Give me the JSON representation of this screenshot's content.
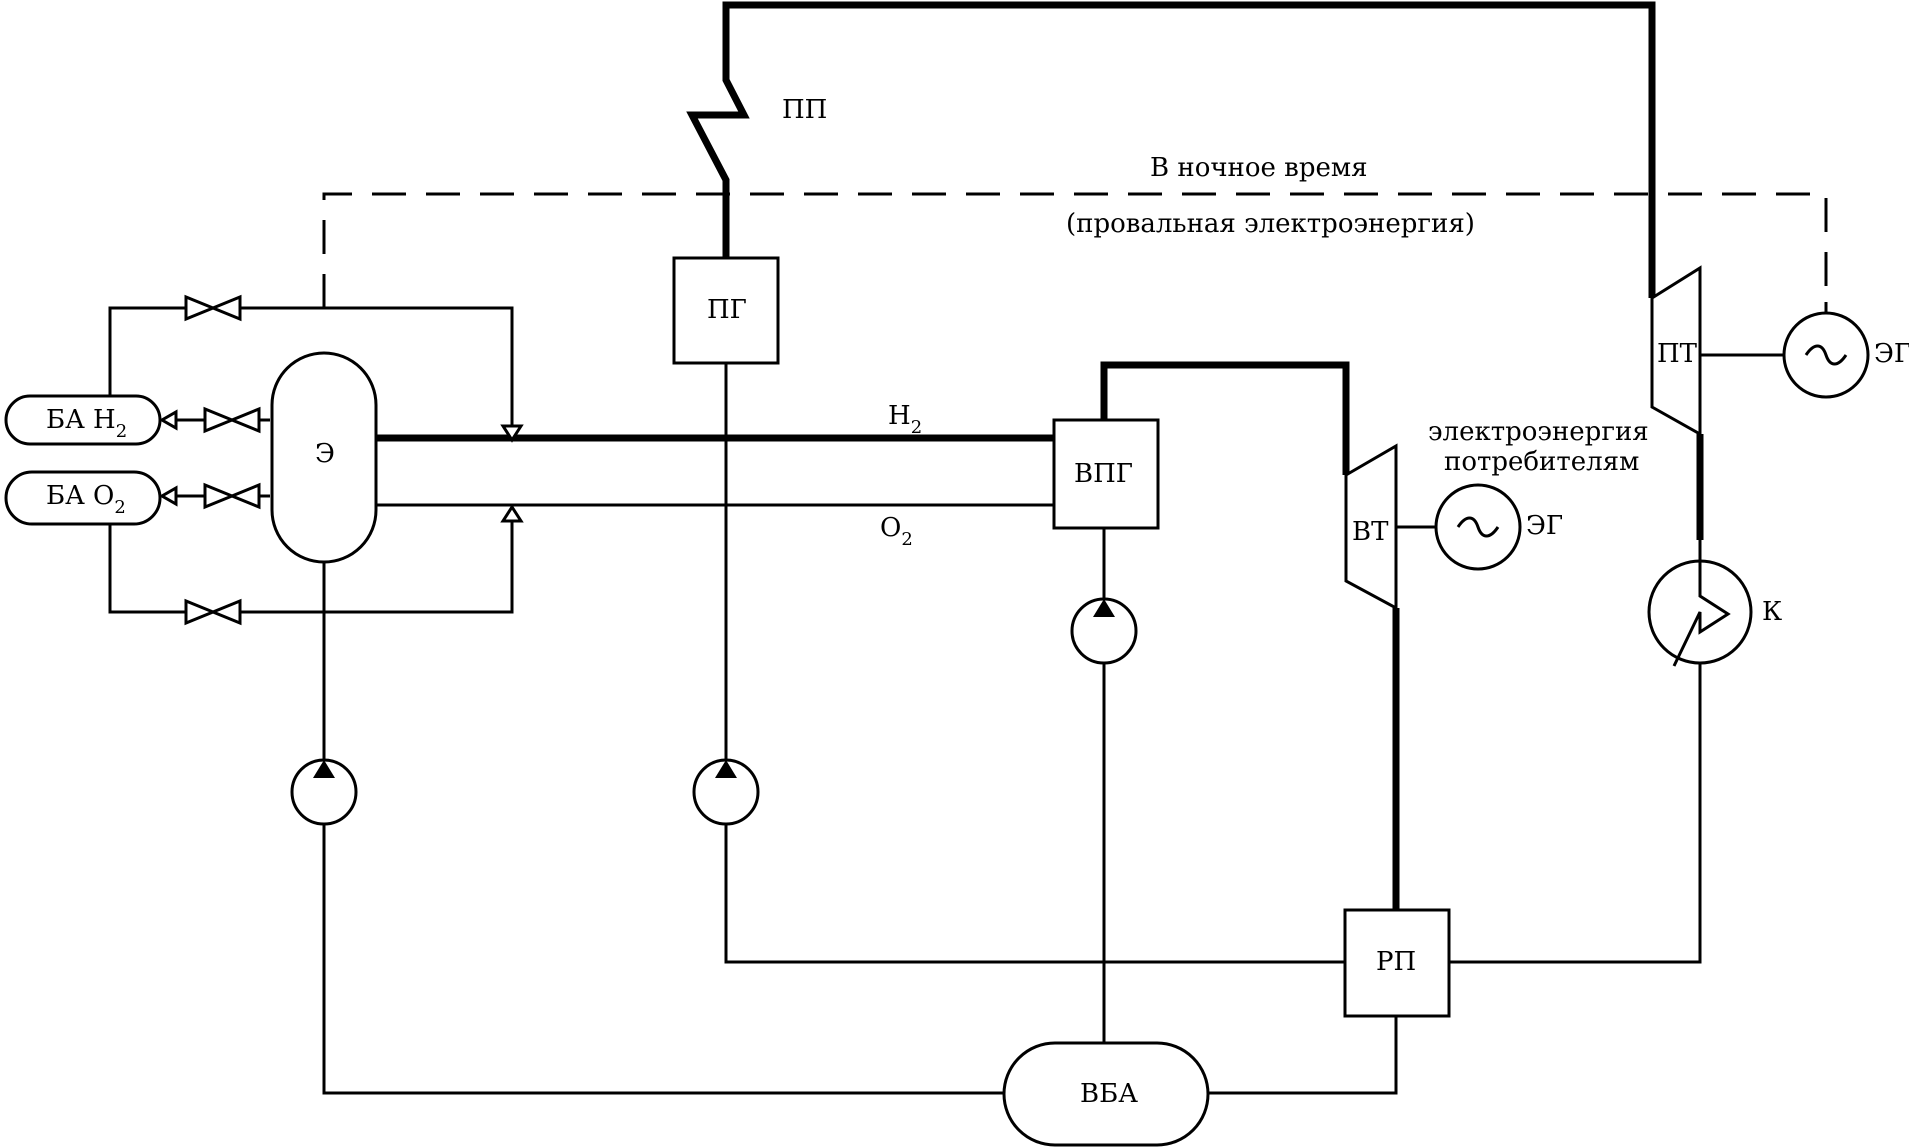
{
  "labels": {
    "pp": "ПП",
    "pg": "ПГ",
    "e": "Э",
    "ba_h2_prefix": "БА Н",
    "ba_o2_prefix": "БА О",
    "sub2": "2",
    "h2": "Н",
    "o2": "О",
    "vpg": "ВПГ",
    "vt": "ВТ",
    "pt": "ПТ",
    "eg_vt": "ЭГ",
    "eg_pt": "ЭГ",
    "k": "К",
    "rp": "РП",
    "vba": "ВБА",
    "night": "В ночное время",
    "night_note": "(провальная электроэнергия)",
    "consumers_line1": "электроэнергия",
    "consumers_line2": "потребителям"
  }
}
